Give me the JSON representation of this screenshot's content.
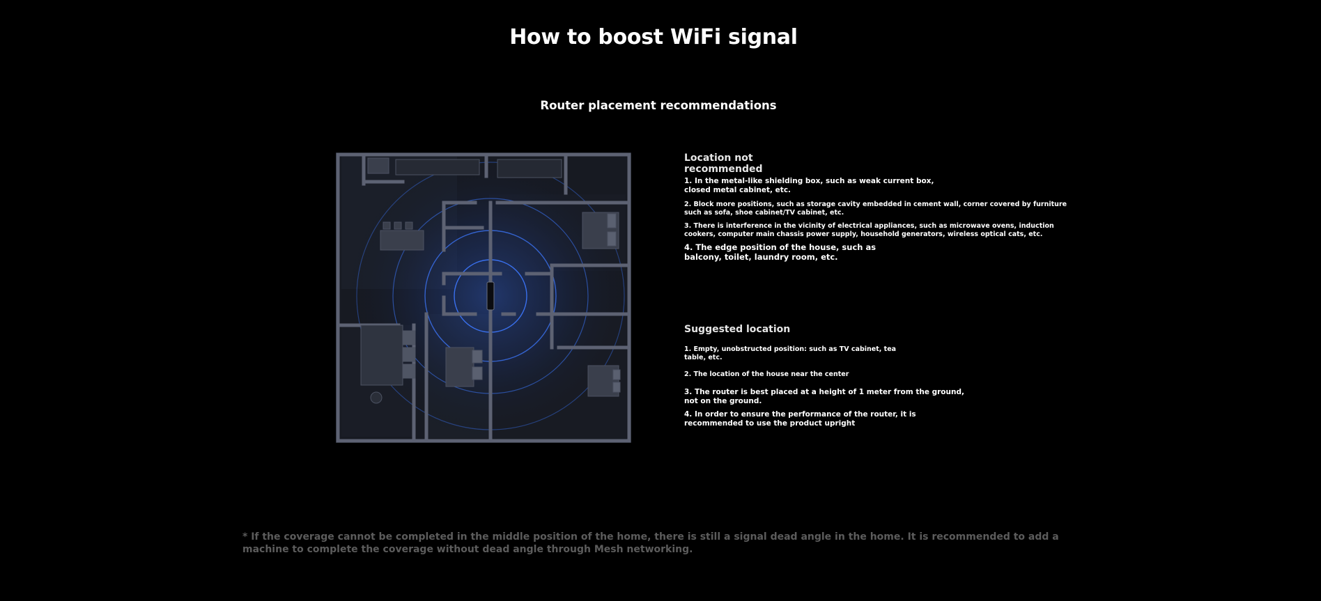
{
  "title": "How to boost WiFi signal",
  "subtitle": "Router placement recommendations",
  "floorplan": {
    "image_label": "floor-plan-wifi-coverage",
    "colors": {
      "wall": "#5d6273",
      "floor": "#171a22",
      "signal": "#3d78ff"
    }
  },
  "not_recommended": {
    "heading": "Location not recommended",
    "items": [
      "1. In the metal-like shielding box, such as weak current box, closed metal cabinet, etc.",
      "2. Block more positions, such as storage cavity embedded in cement wall, corner covered by furniture such as sofa, shoe cabinet/TV cabinet, etc.",
      "3. There is interference in the vicinity of electrical appliances, such as microwave ovens, induction cookers, computer main chassis power supply, household generators, wireless optical cats, etc.",
      "4. The edge position of the house, such as balcony, toilet, laundry room, etc."
    ]
  },
  "suggested": {
    "heading": "Suggested location",
    "items": [
      "1. Empty, unobstructed position: such as TV cabinet, tea table, etc.",
      "2. The location of the house near the center",
      "3. The router is best placed at a height of 1 meter from the ground, not on the ground.",
      "4. In order to ensure the performance of the router, it is recommended to use the product upright"
    ]
  },
  "footnote": "* If the coverage cannot be completed in the middle position of the home, there is still a signal dead angle in the home. It is recommended to add a machine to complete the coverage without dead angle through Mesh networking."
}
